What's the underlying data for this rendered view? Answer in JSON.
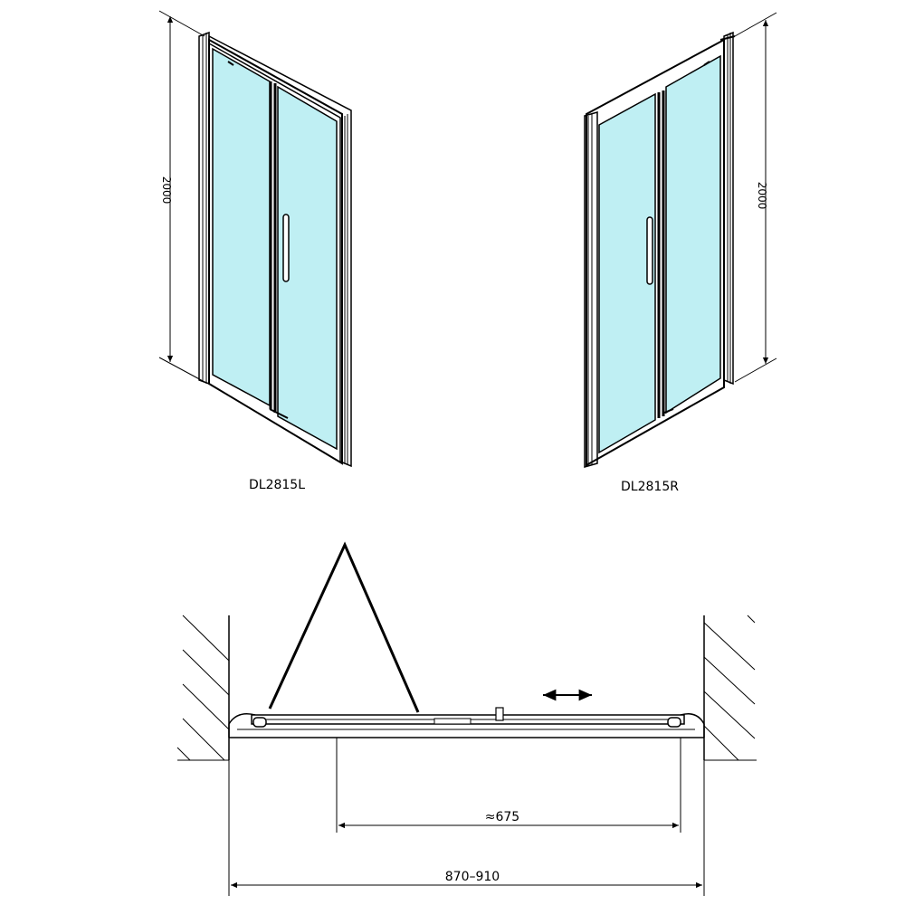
{
  "views": {
    "left_door": {
      "label": "DL2815L",
      "height_dimension": "2000"
    },
    "right_door": {
      "label": "DL2815R",
      "height_dimension": "2000"
    }
  },
  "plan_view": {
    "opening_width_dimension": "≈675",
    "total_width_dimension": "870–910",
    "sliding_arrow": "↔"
  }
}
